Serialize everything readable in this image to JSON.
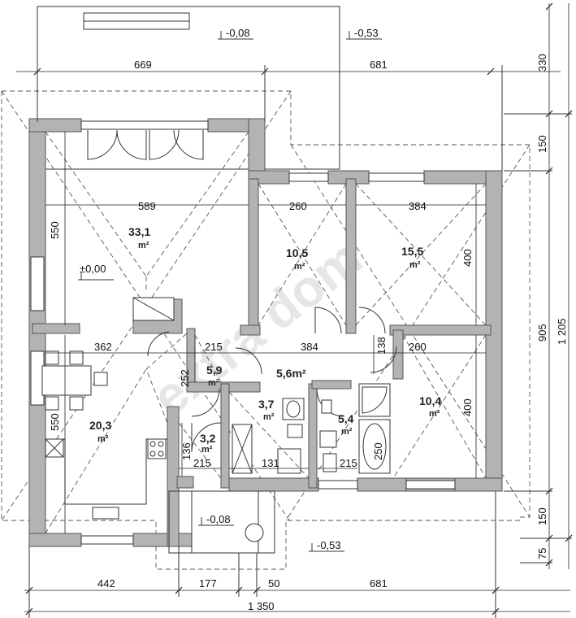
{
  "top_dimensions": {
    "left": "669",
    "right": "681"
  },
  "bottom_dimensions": {
    "d1": "442",
    "d2": "177",
    "d3": "50",
    "d4": "681",
    "total": "1 350"
  },
  "right_dimensions": {
    "d1": "330",
    "d2": "150",
    "d3": "905",
    "total": "1 205",
    "d4": "150",
    "d5": "75"
  },
  "levels": {
    "terrace_top_left": "-0,08",
    "terrace_top_right": "-0,53",
    "floor": "±0,00",
    "entrance": "-0,08",
    "outside_bottom": "-0,53"
  },
  "rooms": [
    {
      "area": "33,1",
      "unit": "m²"
    },
    {
      "area": "10,5",
      "unit": "m²"
    },
    {
      "area": "15,5",
      "unit": "m²"
    },
    {
      "area": "10,4",
      "unit": "m²"
    },
    {
      "area": "20,3",
      "unit": "m²"
    },
    {
      "area": "5,9",
      "unit": "m²"
    },
    {
      "area": "5,6m²"
    },
    {
      "area": "3,7",
      "unit": "m²"
    },
    {
      "area": "5,4",
      "unit": "m²"
    },
    {
      "area": "3,2",
      "unit": "m²"
    }
  ],
  "inner_dimensions": {
    "living_width": "589",
    "living_height": "550",
    "bed1_width": "260",
    "bed2_width": "384",
    "bed2_height": "400",
    "kitchen_width": "362",
    "hall_width": "215",
    "hall_height": "252",
    "corridor_width": "384",
    "corridor_small": "138",
    "bed3_width": "260",
    "bed3_height": "400",
    "kitchen_height": "550",
    "wc_height": "136",
    "wc_width": "215",
    "bath_a": "131",
    "bath_b": "215",
    "tub": "250"
  },
  "watermark": "extra dom"
}
